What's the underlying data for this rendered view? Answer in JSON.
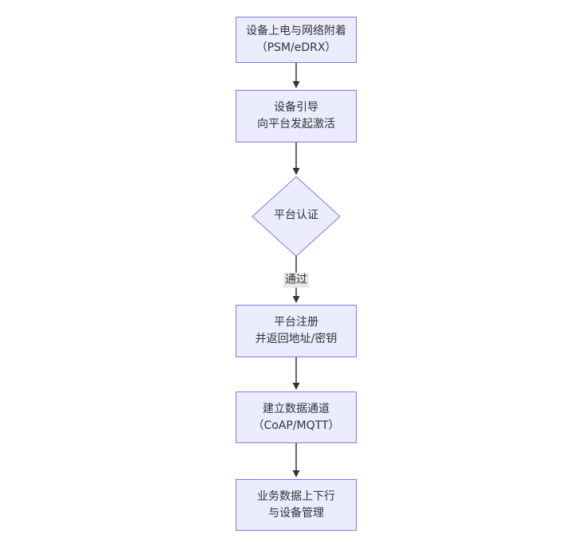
{
  "diagram": {
    "type": "flowchart-vertical",
    "nodes": [
      {
        "id": "node-power-attach",
        "shape": "rect",
        "lines": [
          "设备上电与网络附着",
          "（PSM/eDRX）"
        ]
      },
      {
        "id": "node-bootstrap",
        "shape": "rect",
        "lines": [
          "设备引导",
          "向平台发起激活"
        ]
      },
      {
        "id": "node-platform-auth",
        "shape": "diamond",
        "lines": [
          "平台认证"
        ]
      },
      {
        "id": "node-register",
        "shape": "rect",
        "lines": [
          "平台注册",
          "并返回地址/密钥"
        ]
      },
      {
        "id": "node-data-channel",
        "shape": "rect",
        "lines": [
          "建立数据通道",
          "（CoAP/MQTT）"
        ]
      },
      {
        "id": "node-business-data",
        "shape": "rect",
        "lines": [
          "业务数据上下行",
          "与设备管理"
        ]
      }
    ],
    "edges": [
      {
        "from": "node-power-attach",
        "to": "node-bootstrap"
      },
      {
        "from": "node-bootstrap",
        "to": "node-platform-auth"
      },
      {
        "from": "node-platform-auth",
        "to": "node-register",
        "label": "通过"
      },
      {
        "from": "node-register",
        "to": "node-data-channel"
      },
      {
        "from": "node-data-channel",
        "to": "node-business-data"
      }
    ],
    "colors": {
      "node_fill": "#ECECFF",
      "node_border": "#9370DB",
      "arrow": "#333333",
      "edge_label_bg": "#e8e8e8",
      "text": "#333333",
      "background": "#ffffff"
    }
  }
}
